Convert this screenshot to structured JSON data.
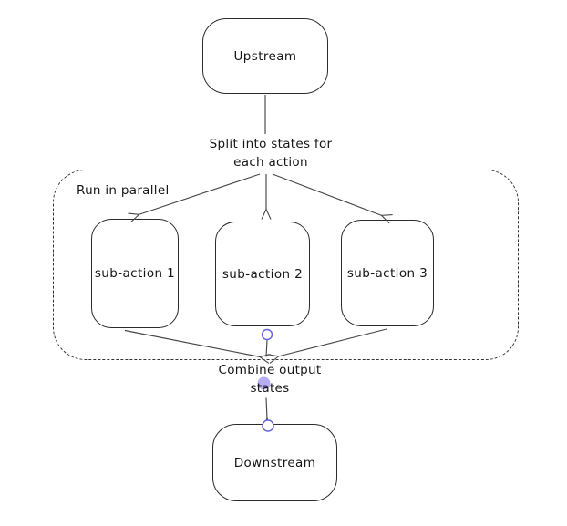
{
  "diagram": {
    "nodes": {
      "upstream": "Upstream",
      "sub_action_1": "sub-action 1",
      "sub_action_2": "sub-action 2",
      "sub_action_3": "sub-action 3",
      "downstream": "Downstream"
    },
    "labels": {
      "split": "Split into states for\neach action",
      "parallel_group": "Run in parallel",
      "combine": "Combine output\nstates"
    },
    "colors": {
      "node_stroke": "#2b2b2b",
      "connector_stroke": "#474747",
      "dashed_group_stroke": "#343434",
      "handle_stroke": "#6965db",
      "handle_fill": "#ffffff",
      "midpoint_handle_fill": "#b3a9f1",
      "background": "#ffffff"
    }
  }
}
